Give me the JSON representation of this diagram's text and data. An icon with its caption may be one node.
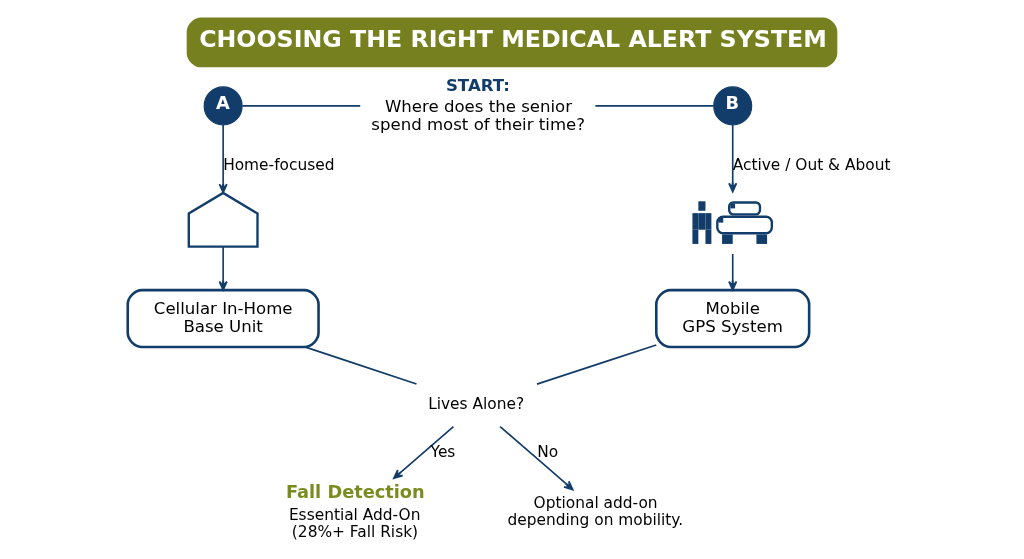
{
  "diagram": {
    "title": "CHOOSING THE RIGHT MEDICAL ALERT SYSTEM",
    "nodes": [
      {
        "text": [
          "START:",
          "Where does the senior spend most of their time?"
        ]
      },
      {
        "text": [
          "A"
        ]
      },
      {
        "text": [
          "B"
        ]
      },
      {
        "text": [],
        "shape": "picture"
      },
      {
        "text": [],
        "shape": "picture"
      },
      {
        "text": [
          "Cellular In-Home Base Unit"
        ]
      },
      {
        "text": [
          "Mobile GPS System"
        ]
      },
      {
        "text": [
          "Lives Alone?"
        ]
      },
      {
        "text": [
          "Fall Detection",
          "Essential Add-On (28%+ Fall Risk)"
        ]
      },
      {
        "text": [
          "Optional add-on depending on mobility."
        ]
      }
    ],
    "edges": [
      {
        "from": 1,
        "to": 0,
        "arrow": "none"
      },
      {
        "from": 0,
        "to": 2,
        "arrow": "none"
      },
      {
        "from": 1,
        "to": 3,
        "label": "Home-focused",
        "arrow": "to"
      },
      {
        "from": 2,
        "to": 4,
        "label": "Active / Out & About",
        "arrow": "to"
      },
      {
        "from": 3,
        "to": 5,
        "arrow": "to"
      },
      {
        "from": 4,
        "to": 6,
        "arrow": "to"
      },
      {
        "from": 5,
        "to": 7,
        "arrow": "none"
      },
      {
        "from": 6,
        "to": 7,
        "arrow": "none"
      },
      {
        "from": 7,
        "to": 8,
        "label": "Yes",
        "arrow": "to"
      },
      {
        "from": 7,
        "to": 9,
        "label": "No",
        "arrow": "to"
      }
    ]
  }
}
